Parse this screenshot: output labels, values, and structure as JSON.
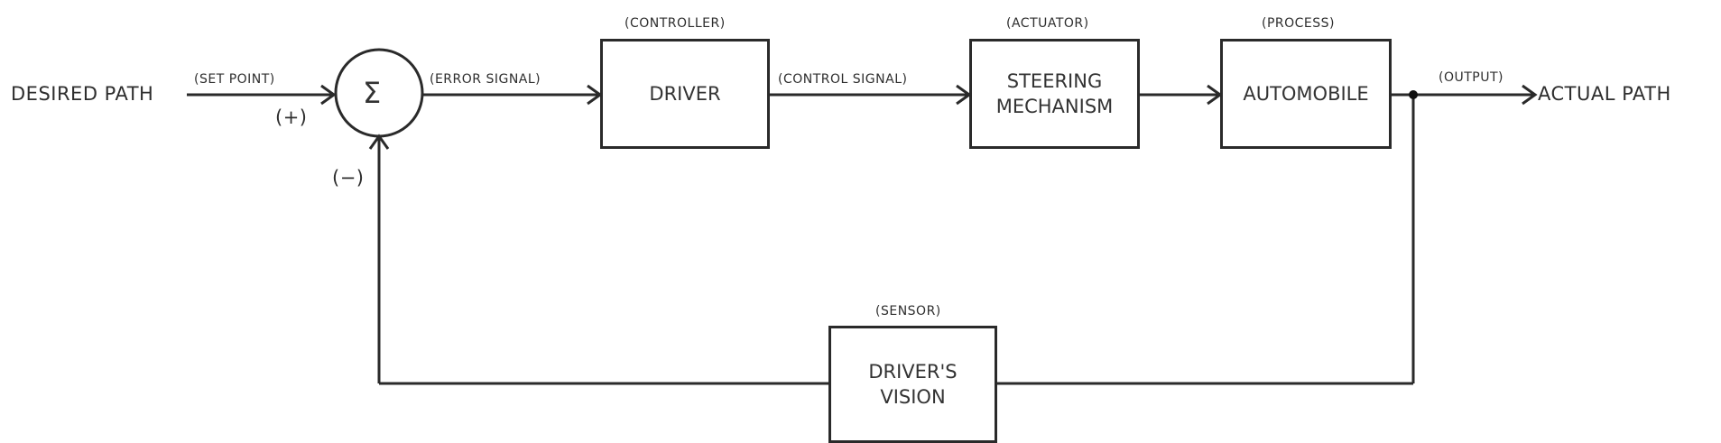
{
  "diagram": {
    "type": "closed-loop block diagram",
    "input": {
      "label": "DESIRED PATH",
      "signal": "(SET POINT)",
      "sign": "(+)"
    },
    "summing_junction": {
      "symbol": "Σ",
      "feedback_sign": "(−)"
    },
    "error_signal": "(ERROR SIGNAL)",
    "control_signal": "(CONTROL SIGNAL)",
    "blocks": [
      {
        "role": "(CONTROLLER)",
        "name": "DRIVER"
      },
      {
        "role": "(ACTUATOR)",
        "name_line1": "STEERING",
        "name_line2": "MECHANISM"
      },
      {
        "role": "(PROCESS)",
        "name": "AUTOMOBILE"
      }
    ],
    "output": {
      "signal": "(OUTPUT)",
      "label": "ACTUAL PATH"
    },
    "feedback": {
      "role": "(SENSOR)",
      "name_line1": "DRIVER'S",
      "name_line2": "VISION"
    }
  },
  "colors": {
    "line": "#2a2a2a",
    "text": "#333333",
    "background": "#ffffff"
  }
}
